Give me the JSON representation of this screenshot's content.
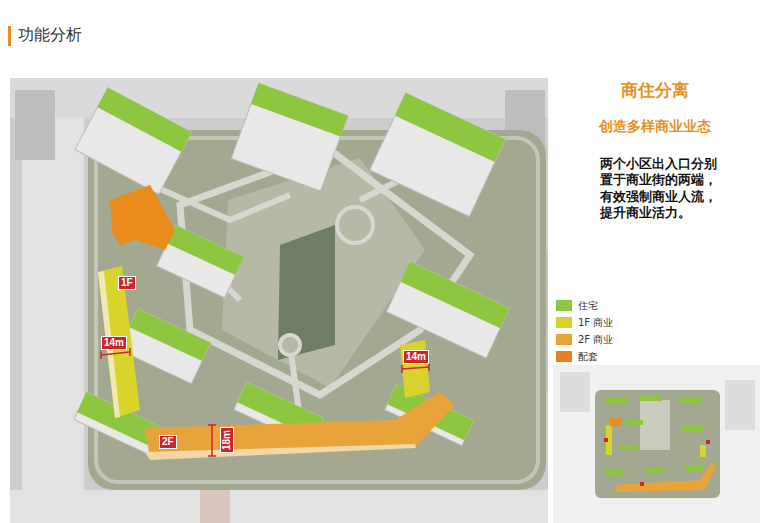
{
  "diagram": {
    "title": "功能分析",
    "nodes": [
      {
        "text": [
          "1F"
        ]
      },
      {
        "text": [
          "14m"
        ]
      },
      {
        "text": [
          "14m"
        ]
      },
      {
        "text": [
          "2F"
        ]
      },
      {
        "text": [
          "18m"
        ]
      }
    ],
    "labels": [
      "商住分离",
      "创造多样商业业态",
      "两个小区出入口分别置于商业街的两端，有效强制商业人流，提升商业活力。"
    ],
    "legend": [
      {
        "text": "住宅",
        "color": "#8dc63f"
      },
      {
        "text": "1F 商业",
        "color": "#d6d42c"
      },
      {
        "text": "2F 商业",
        "color": "#e8a43a"
      },
      {
        "text": "配套",
        "color": "#e8821e"
      }
    ]
  }
}
